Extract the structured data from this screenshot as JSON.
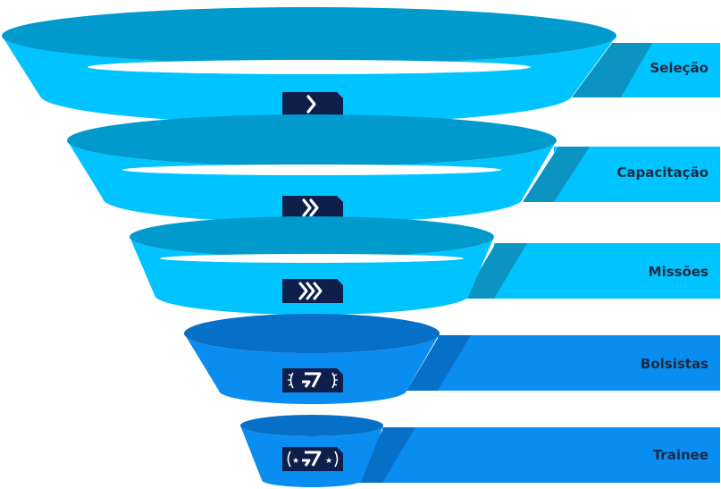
{
  "funnel": {
    "stages": [
      {
        "label": "Seleção",
        "icon": "single-chevron-icon",
        "color": "#00C4FF",
        "rim": "#009ACD"
      },
      {
        "label": "Capacitação",
        "icon": "double-chevron-icon",
        "color": "#00C4FF",
        "rim": "#009ACD"
      },
      {
        "label": "Missões",
        "icon": "triple-chevron-icon",
        "color": "#00C4FF",
        "rim": "#009ACD"
      },
      {
        "label": "Bolsistas",
        "icon": "laurel-badge-icon",
        "color": "#0A8DF0",
        "rim": "#0670C8"
      },
      {
        "label": "Trainee",
        "icon": "star-laurel-badge-icon",
        "color": "#0A8DF0",
        "rim": "#0670C8"
      }
    ],
    "badge_color": "#0F1F4B"
  }
}
